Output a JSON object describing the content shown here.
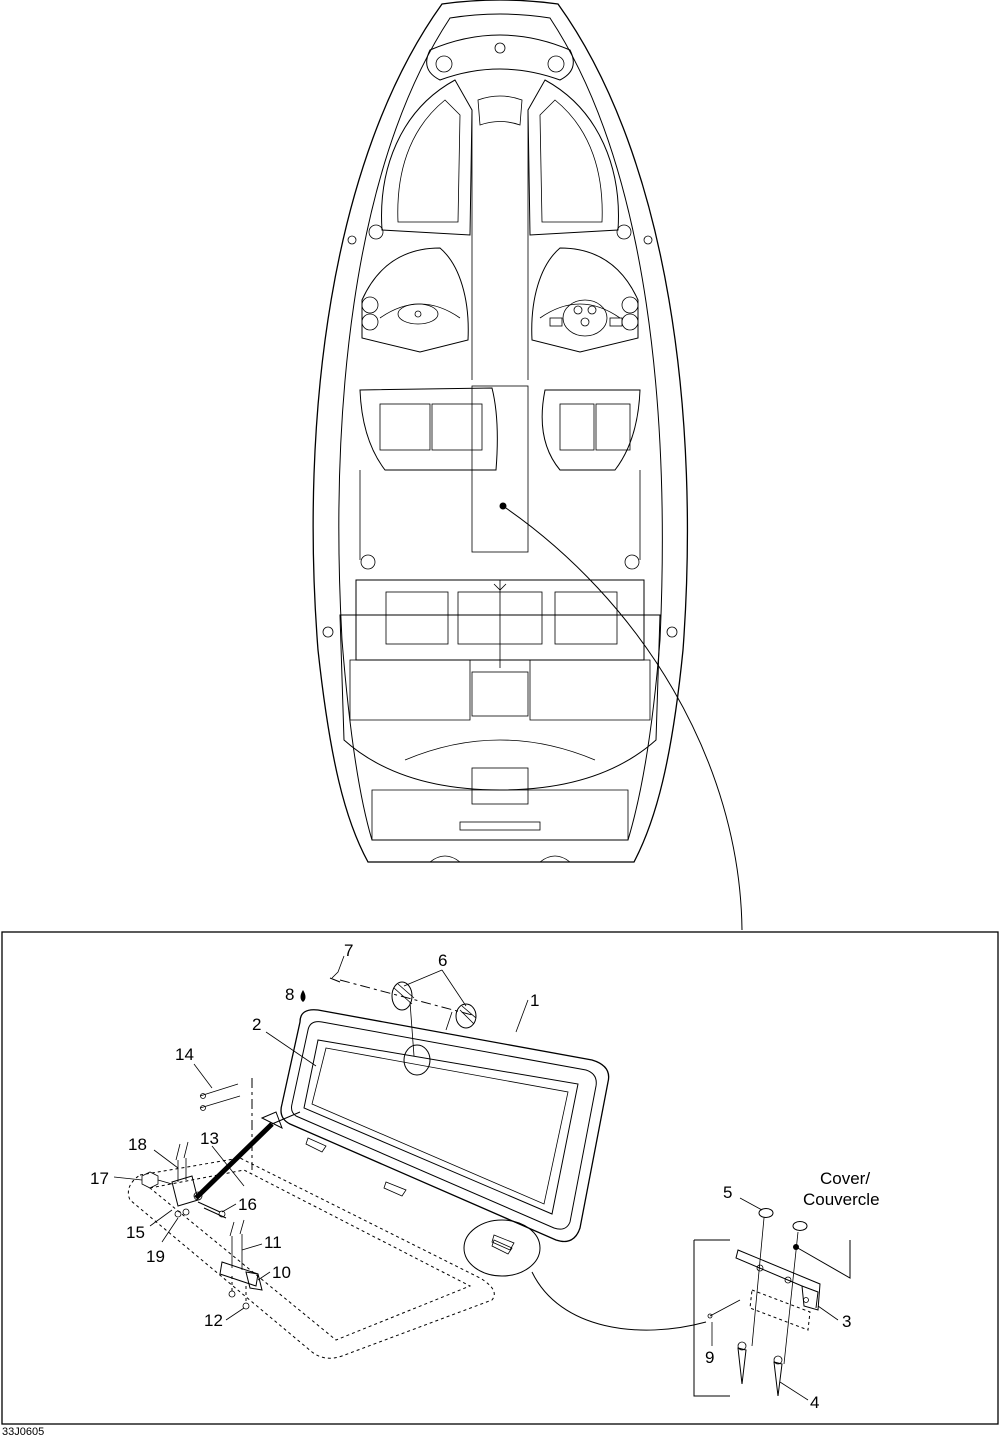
{
  "document_code": "33J0605",
  "callouts": {
    "c1": "1",
    "c2": "2",
    "c3": "3",
    "c4": "4",
    "c5": "5",
    "c6": "6",
    "c7": "7",
    "c8": "8",
    "c9": "9",
    "c10": "10",
    "c11": "11",
    "c12": "12",
    "c13": "13",
    "c14": "14",
    "c15": "15",
    "c16": "16",
    "c17": "17",
    "c18": "18",
    "c19": "19"
  },
  "cover_label_line1": "Cover/",
  "cover_label_line2": "Couvercle"
}
